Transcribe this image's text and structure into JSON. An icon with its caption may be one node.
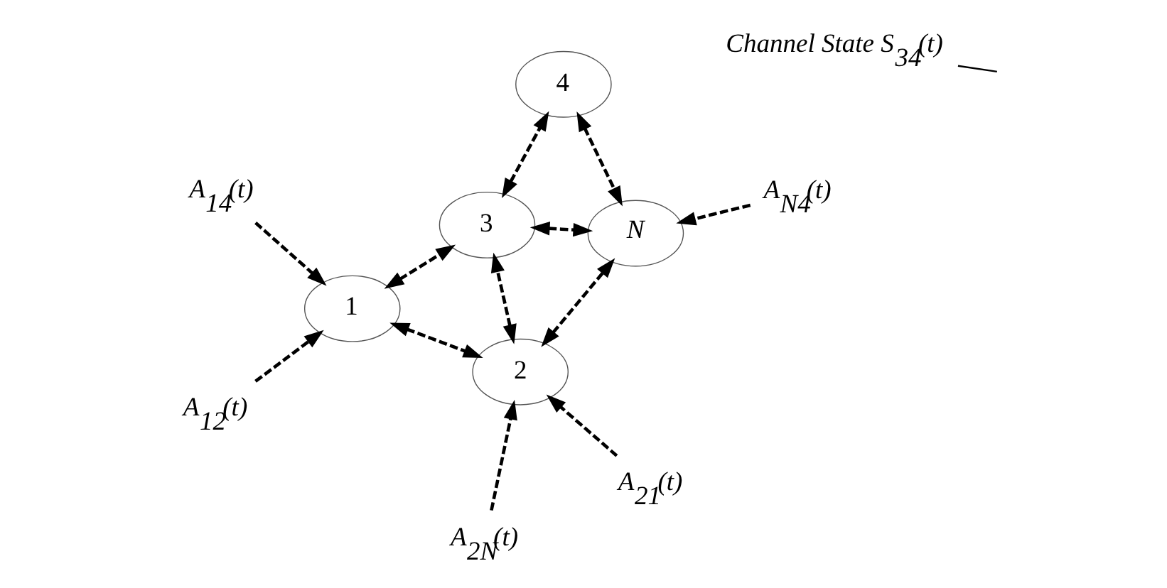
{
  "diagram": {
    "nodes": [
      {
        "text": [
          "1"
        ]
      },
      {
        "text": [
          "2"
        ]
      },
      {
        "text": [
          "3"
        ]
      },
      {
        "text": [
          "4"
        ]
      },
      {
        "text": [
          "N"
        ]
      },
      {
        "text": [
          "A$_{14}$(t)"
        ]
      },
      {
        "text": [
          "A$_{12}$(t)"
        ]
      },
      {
        "text": [
          "A$_{21}$(t)"
        ]
      },
      {
        "text": [
          "A$_{2N}$(t)"
        ]
      },
      {
        "text": [
          "A$_{N4}$(t)"
        ]
      },
      {
        "text": [
          "Channel State S$_{34}$(t)"
        ]
      }
    ],
    "edges": [
      {
        "from": 5,
        "to": 0,
        "arrow": "to",
        "style": "dashed"
      },
      {
        "from": 6,
        "to": 0,
        "arrow": "to",
        "style": "dashed"
      },
      {
        "from": 0,
        "to": 2,
        "arrow": "both",
        "style": "dashed"
      },
      {
        "from": 0,
        "to": 1,
        "arrow": "both",
        "style": "dashed"
      },
      {
        "from": 2,
        "to": 3,
        "arrow": "both",
        "style": "dashed"
      },
      {
        "from": 1,
        "to": 2,
        "arrow": "both",
        "style": "dashed"
      },
      {
        "from": 2,
        "to": 4,
        "arrow": "both",
        "style": "dashed"
      },
      {
        "from": 3,
        "to": 4,
        "arrow": "both",
        "style": "dashed"
      },
      {
        "from": 7,
        "to": 1,
        "arrow": "to",
        "style": "dashed"
      },
      {
        "from": 1,
        "to": 4,
        "arrow": "both",
        "style": "dashed"
      },
      {
        "from": 8,
        "to": 1,
        "arrow": "to",
        "style": "dashed"
      },
      {
        "from": 9,
        "to": 4,
        "arrow": "to",
        "style": "dashed"
      },
      {
        "from": 10,
        "to": null,
        "arrow": "none"
      }
    ]
  }
}
